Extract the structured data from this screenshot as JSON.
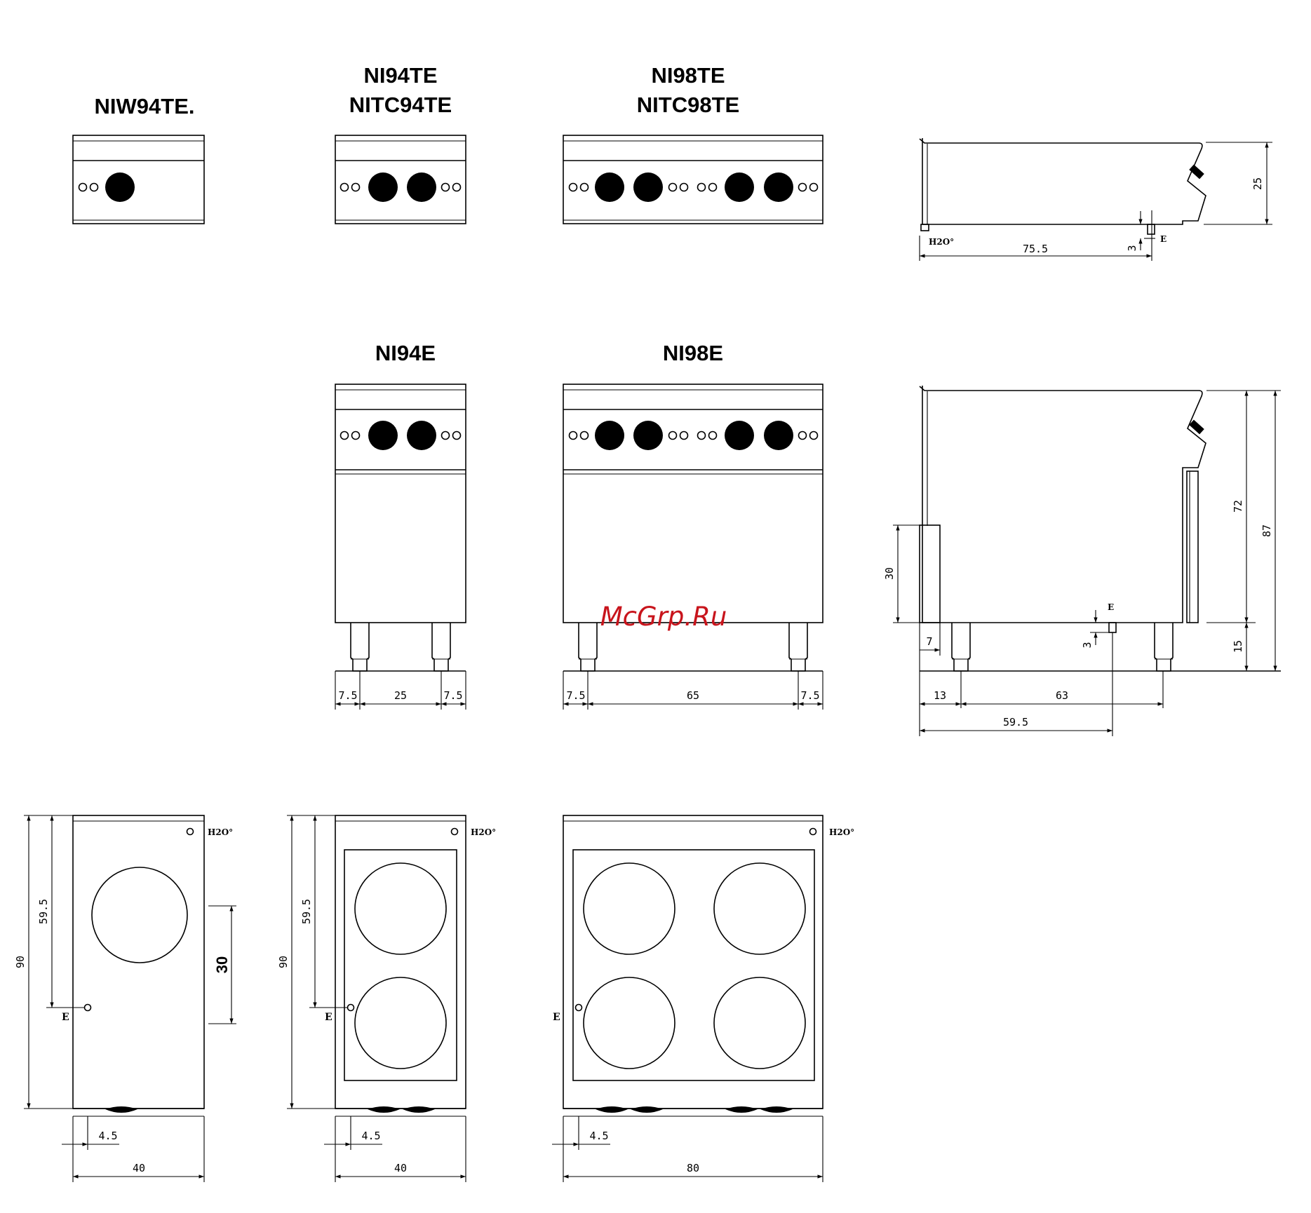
{
  "models": {
    "niw94te": "NIW94TE.",
    "ni94te": "NI94TE",
    "nitc94te": "NITC94TE",
    "ni98te": "NI98TE",
    "nitc98te": "NITC98TE",
    "ni94e": "NI94E",
    "ni98e": "NI98E"
  },
  "tags": {
    "water": "H2O°",
    "electric": "E"
  },
  "dims": {
    "top_side_height": "25",
    "top_side_depth": "75.5",
    "top_side_e_offset": "3",
    "base_side_upper": "72",
    "base_side_total": "87",
    "base_side_plinth": "30",
    "base_side_leg": "15",
    "base_side_setback": "7",
    "base_side_e_offset": "3",
    "base_side_front_leg": "13",
    "base_side_leg_span": "63",
    "base_side_e_depth": "59.5",
    "ni94e_leg_left": "7.5",
    "ni94e_leg_span": "25",
    "ni94e_leg_right": "7.5",
    "ni98e_leg_left": "7.5",
    "ni98e_leg_span": "65",
    "ni98e_leg_right": "7.5",
    "plan1_depth": "90",
    "plan1_e_depth": "59.5",
    "plan1_zone": "30",
    "plan1_e_offset": "4.5",
    "plan1_width": "40",
    "plan2_depth": "90",
    "plan2_e_depth": "59.5",
    "plan2_e_offset": "4.5",
    "plan2_width": "40",
    "plan3_e_offset": "4.5",
    "plan3_width": "80"
  },
  "watermark": "McGrp.Ru"
}
